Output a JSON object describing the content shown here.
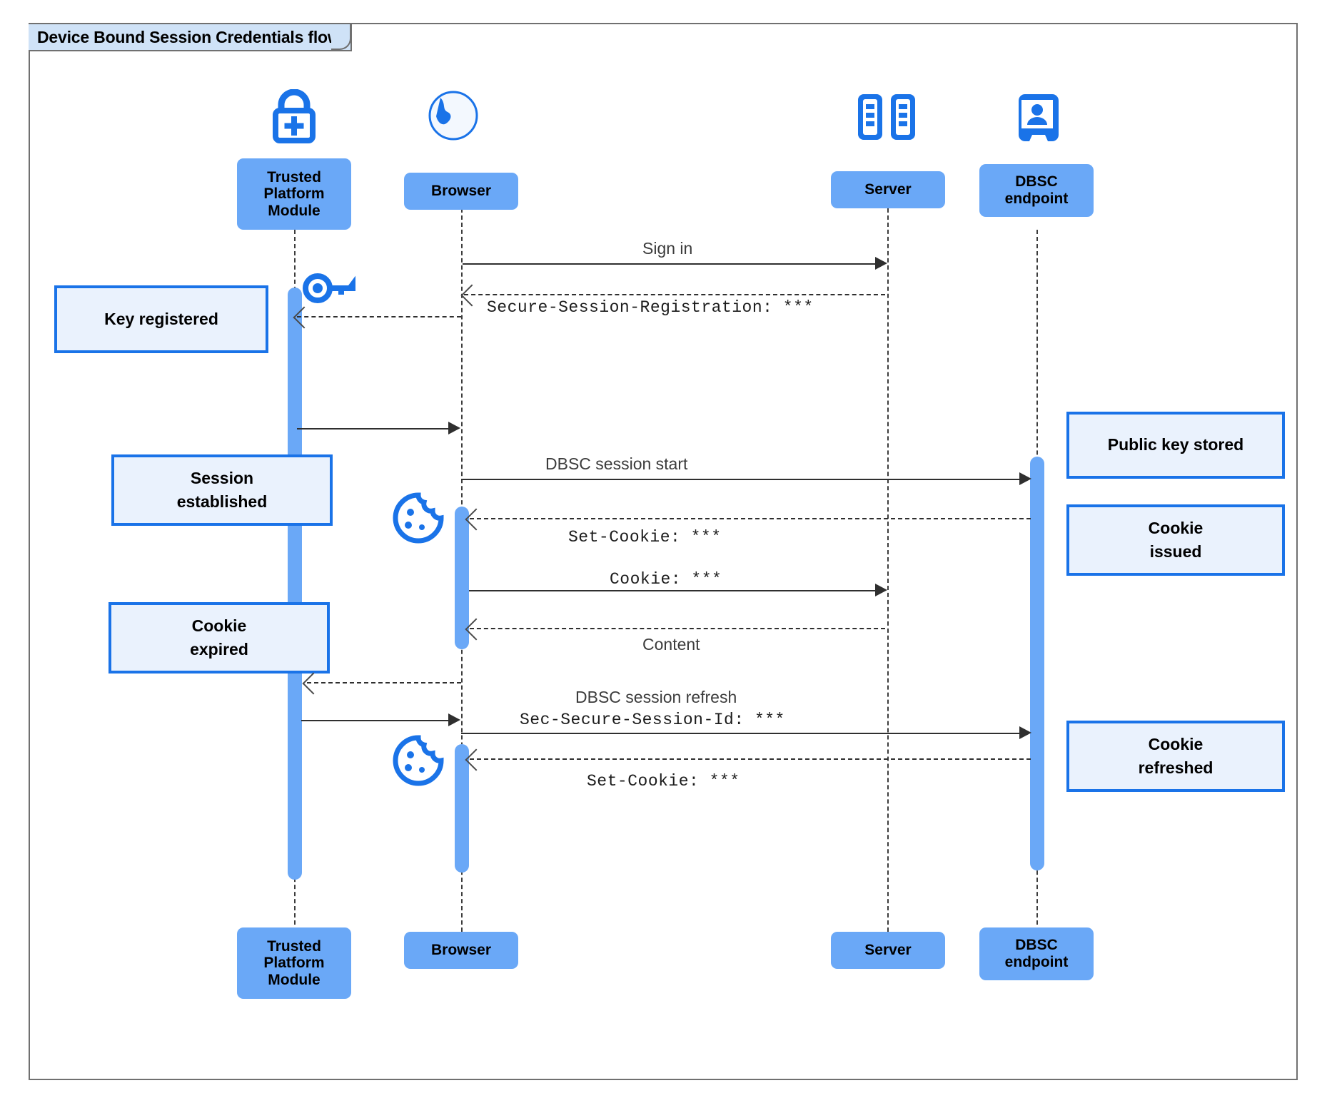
{
  "diagram": {
    "title": "Device Bound Session Credentials flow",
    "type": "uml-sequence-diagram",
    "colors": {
      "participant_fill": "#6aa8f7",
      "note_fill": "#eaf2fd",
      "note_border": "#1a73e8",
      "activation_fill": "#6aa8f7",
      "icon_blue": "#1a73e8",
      "frame_border": "#707070",
      "title_tab_fill": "#cfe2f7"
    }
  },
  "participants": [
    {
      "id": "tpm",
      "label": "Trusted\nPlatform\nModule",
      "icon": "lock-plus-icon"
    },
    {
      "id": "browser",
      "label": "Browser",
      "icon": "globe-icon"
    },
    {
      "id": "server",
      "label": "Server",
      "icon": "server-rack-icon"
    },
    {
      "id": "dbsc",
      "label": "DBSC\nendpoint",
      "icon": "id-badge-icon"
    }
  ],
  "participants_top": {
    "tpm": "Trusted Platform Module",
    "browser": "Browser",
    "server": "Server",
    "dbsc": "DBSC endpoint"
  },
  "messages": [
    {
      "id": "m1",
      "text": "Sign in",
      "style": "sans",
      "from": "browser",
      "to": "server",
      "line": "solid"
    },
    {
      "id": "m2",
      "text": "Secure-Session-Registration: ***",
      "style": "mono",
      "from": "server",
      "to": "browser",
      "line": "dashed"
    },
    {
      "id": "m3",
      "text": "DBSC session start",
      "style": "sans",
      "from": "browser",
      "to": "dbsc",
      "line": "solid"
    },
    {
      "id": "m4",
      "text": "Set-Cookie: ***",
      "style": "mono",
      "from": "dbsc",
      "to": "browser",
      "line": "dashed"
    },
    {
      "id": "m5",
      "text": "Cookie: ***",
      "style": "mono",
      "from": "browser",
      "to": "server",
      "line": "solid"
    },
    {
      "id": "m6",
      "text": "Content",
      "style": "sans",
      "from": "server",
      "to": "browser",
      "line": "dashed"
    },
    {
      "id": "m7",
      "text": "DBSC session refresh",
      "style": "sans",
      "from": "browser",
      "to": "dbsc",
      "line": "solid"
    },
    {
      "id": "m8",
      "text": "Sec-Secure-Session-Id: ***",
      "style": "mono",
      "from": "browser",
      "to": "dbsc",
      "line": "solid"
    },
    {
      "id": "m9",
      "text": "Set-Cookie: ***",
      "style": "mono",
      "from": "dbsc",
      "to": "browser",
      "line": "dashed"
    }
  ],
  "notes": [
    {
      "id": "n1",
      "text": "Key registered",
      "side": "left"
    },
    {
      "id": "n2",
      "text": "Session\nestablished",
      "side": "left"
    },
    {
      "id": "n3",
      "text": "Cookie\nexpired",
      "side": "left"
    },
    {
      "id": "n4",
      "text": "Public key stored",
      "side": "right"
    },
    {
      "id": "n5",
      "text": "Cookie\nissued",
      "side": "right"
    },
    {
      "id": "n6",
      "text": "Cookie\nrefreshed",
      "side": "right"
    }
  ],
  "inline_icons": [
    {
      "id": "key1",
      "name": "key-icon",
      "near": "tpm"
    },
    {
      "id": "cookie1",
      "name": "cookie-icon",
      "near": "browser"
    },
    {
      "id": "cookie2",
      "name": "cookie-icon",
      "near": "browser"
    }
  ]
}
